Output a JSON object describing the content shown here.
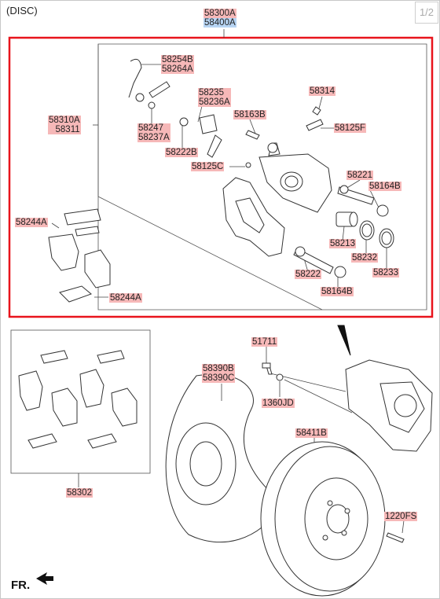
{
  "header": {
    "type": "(DISC)",
    "page": "1/2"
  },
  "footer": {
    "front": "FR."
  },
  "colors": {
    "label_bg": "#f6b8b8",
    "selected_bg": "#b7d4f3",
    "highlight_frame": "#e8141c",
    "line": "#333333"
  },
  "parts": [
    {
      "id": "assy",
      "lines": [
        "58300A",
        "58400A"
      ],
      "highlight": [
        false,
        true
      ]
    },
    {
      "id": "p58254",
      "lines": [
        "58254B",
        "58264A"
      ]
    },
    {
      "id": "p58235",
      "lines": [
        "58235",
        "58236A"
      ]
    },
    {
      "id": "p58314",
      "lines": [
        "58314"
      ]
    },
    {
      "id": "p58310",
      "lines": [
        "58310A",
        "58311"
      ]
    },
    {
      "id": "p58163",
      "lines": [
        "58163B"
      ]
    },
    {
      "id": "p58125F",
      "lines": [
        "58125F"
      ]
    },
    {
      "id": "p58247",
      "lines": [
        "58247",
        "58237A"
      ]
    },
    {
      "id": "p58222B",
      "lines": [
        "58222B"
      ]
    },
    {
      "id": "p58125C",
      "lines": [
        "58125C"
      ]
    },
    {
      "id": "p58221",
      "lines": [
        "58221"
      ]
    },
    {
      "id": "p58164B1",
      "lines": [
        "58164B"
      ]
    },
    {
      "id": "p58244A1",
      "lines": [
        "58244A"
      ]
    },
    {
      "id": "p58213",
      "lines": [
        "58213"
      ]
    },
    {
      "id": "p58232",
      "lines": [
        "58232"
      ]
    },
    {
      "id": "p58233",
      "lines": [
        "58233"
      ]
    },
    {
      "id": "p58222",
      "lines": [
        "58222"
      ]
    },
    {
      "id": "p58244A2",
      "lines": [
        "58244A"
      ]
    },
    {
      "id": "p58164B2",
      "lines": [
        "58164B"
      ]
    },
    {
      "id": "p51711",
      "lines": [
        "51711"
      ]
    },
    {
      "id": "p58390",
      "lines": [
        "58390B",
        "58390C"
      ]
    },
    {
      "id": "p1360",
      "lines": [
        "1360JD"
      ]
    },
    {
      "id": "p58411",
      "lines": [
        "58411B"
      ]
    },
    {
      "id": "p58302",
      "lines": [
        "58302"
      ]
    },
    {
      "id": "p1220",
      "lines": [
        "1220FS"
      ]
    }
  ]
}
